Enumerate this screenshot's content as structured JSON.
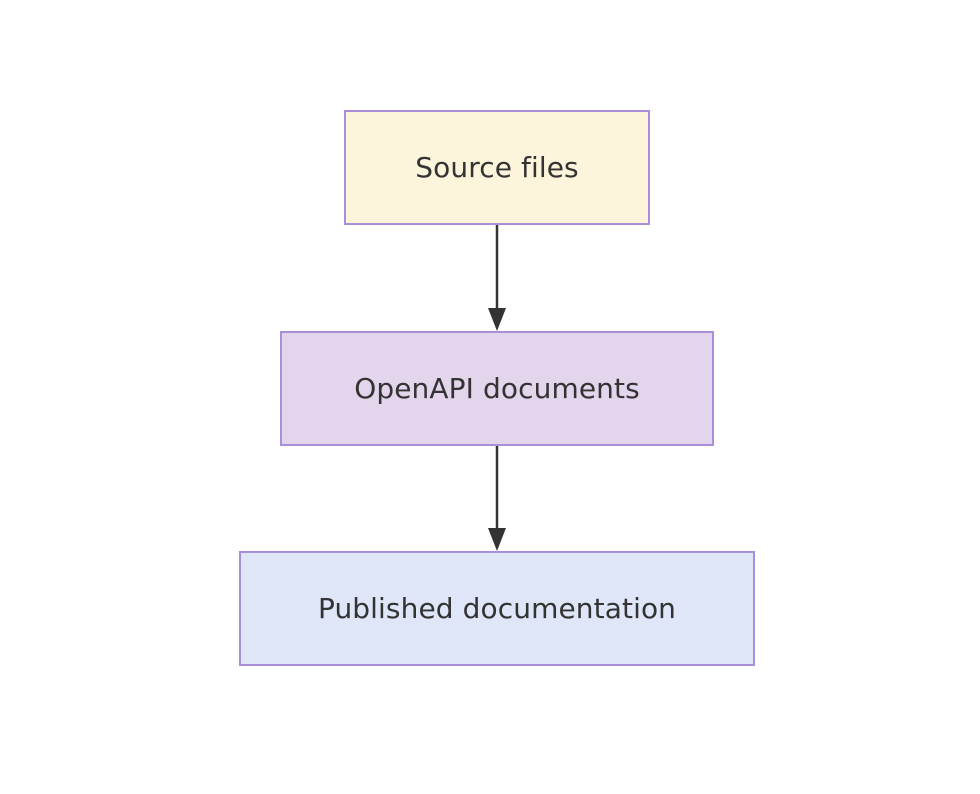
{
  "diagram": {
    "type": "flowchart",
    "direction": "top-to-bottom",
    "background_color": "#ffffff",
    "nodes": [
      {
        "id": "source-files",
        "label": "Source files",
        "fill_color": "#fdf4dc",
        "border_color": "#a98fd9",
        "text_color": "#333333"
      },
      {
        "id": "openapi-documents",
        "label": "OpenAPI documents",
        "fill_color": "#e2d5ec",
        "border_color": "#a98fd9",
        "text_color": "#333333"
      },
      {
        "id": "published-documentation",
        "label": "Published documentation",
        "fill_color": "#dee6f7",
        "border_color": "#a98fd9",
        "text_color": "#333333"
      }
    ],
    "edges": [
      {
        "id": "source-files-to-openapi-documents",
        "from": "source-files",
        "to": "openapi-documents",
        "label": "",
        "arrowhead": "solid-triangle",
        "line_color": "#333333"
      },
      {
        "id": "openapi-documents-to-published-documentation",
        "from": "openapi-documents",
        "to": "published-documentation",
        "label": "",
        "arrowhead": "solid-triangle",
        "line_color": "#333333"
      }
    ]
  }
}
